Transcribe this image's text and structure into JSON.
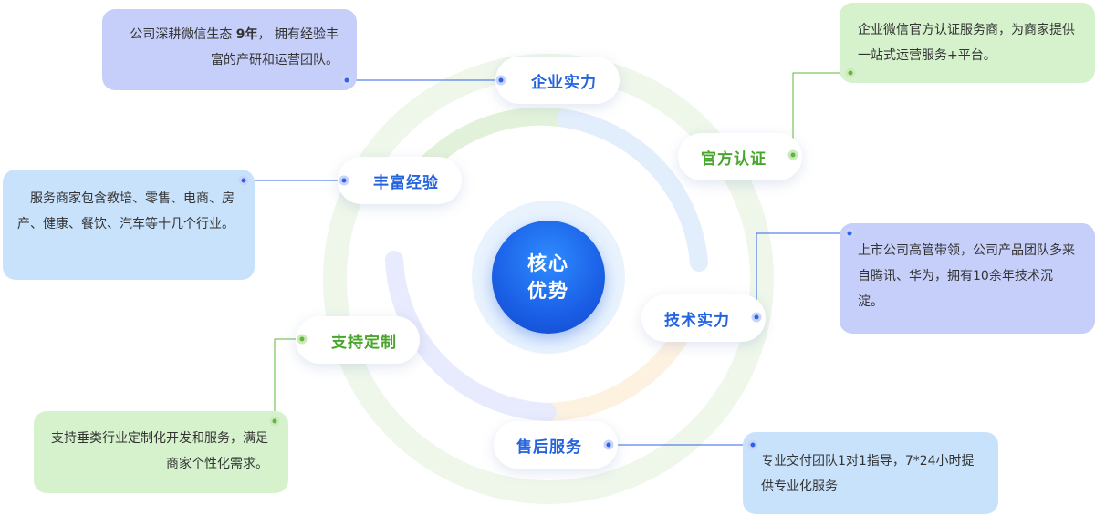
{
  "core": {
    "line1": "核心",
    "line2": "优势"
  },
  "nodes": {
    "enterprise": {
      "label": "企业实力",
      "color": "#2464de"
    },
    "official": {
      "label": "官方认证",
      "color": "#49a62c"
    },
    "experience": {
      "label": "丰富经验",
      "color": "#2464de"
    },
    "tech": {
      "label": "技术实力",
      "color": "#2464de"
    },
    "custom": {
      "label": "支持定制",
      "color": "#49a62c"
    },
    "aftersales": {
      "label": "售后服务",
      "color": "#2464de"
    }
  },
  "cards": {
    "enterprise": {
      "pre": "公司深耕微信生态 ",
      "bold": "9年",
      "post": "， 拥有经验丰富的产研和运营团队。"
    },
    "official": {
      "text": "企业微信官方认证服务商，为商家提供一站式运营服务+平台。"
    },
    "experience": {
      "text": "服务商家包含教培、零售、电商、房产、健康、餐饮、汽车等十几个行业。"
    },
    "tech": {
      "text": "上市公司高管带领，公司产品团队多来自腾讯、华为，拥有10余年技术沉淀。"
    },
    "custom": {
      "text": "支持垂类行业定制化开发和服务，满足商家个性化需求。"
    },
    "aftersales": {
      "text": "专业交付团队1对1指导，7*24小时提供专业化服务"
    }
  },
  "colors": {
    "purple_card": "#c6cffa",
    "green_card": "#d6f2cc",
    "blue_card": "#c9e2fb",
    "blue_dot": "#2d63e8",
    "green_dot": "#5db83c"
  }
}
